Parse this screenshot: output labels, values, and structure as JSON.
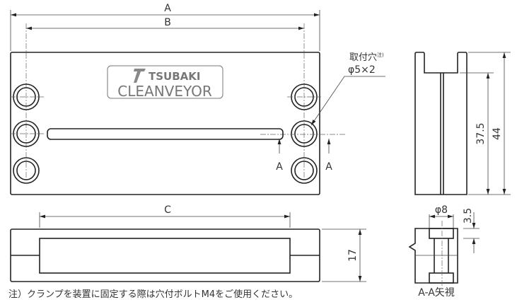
{
  "dimensions": {
    "A": "A",
    "B": "B",
    "C": "C",
    "height_17": "17",
    "height_44": "44",
    "height_37_5": "37.5",
    "dia_8": "φ8",
    "depth_3_5": "3.5"
  },
  "section_markers": [
    "A",
    "A"
  ],
  "hole_callout": {
    "line1": "取付穴",
    "superscript": "注)",
    "line2": "φ5×2"
  },
  "logo": {
    "brand": "TSUBAKI",
    "product": "CLEANVEYOR"
  },
  "section_label": "A-A矢視",
  "note": "注）クランプを装置に固定する際は穴付ボルトM4をご使用ください。"
}
